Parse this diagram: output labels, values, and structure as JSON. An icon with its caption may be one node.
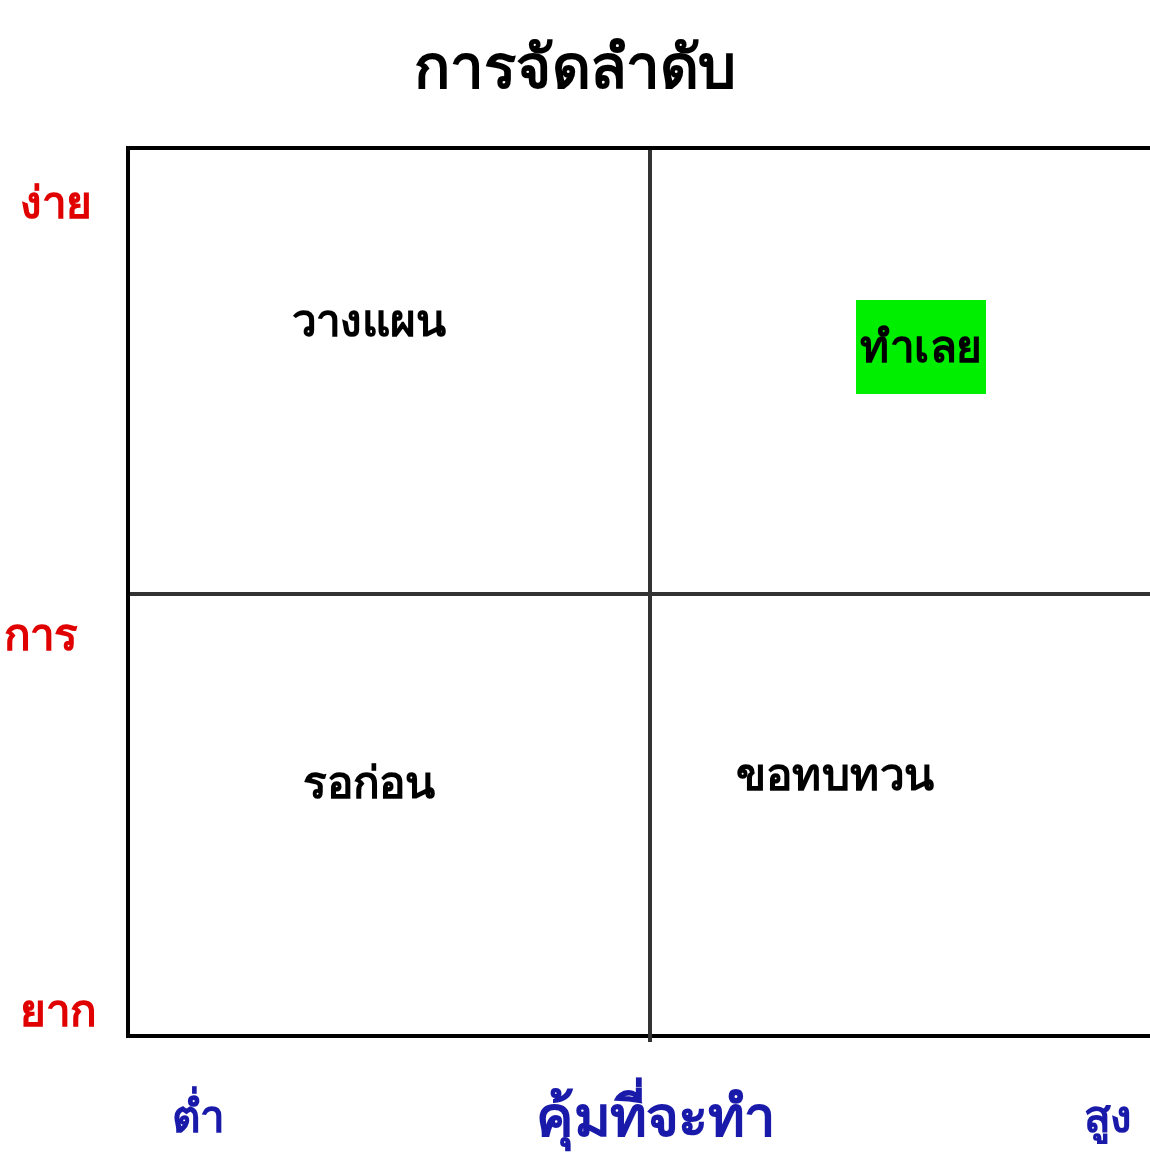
{
  "diagram": {
    "title": "การจัดลำดับ",
    "nodes": [
      {
        "text": [
          "วางแผน"
        ]
      },
      {
        "text": [],
        "shape": "box"
      },
      {
        "text": [
          "ทำเลย"
        ],
        "in": 1
      },
      {
        "text": [
          "รอก่อน"
        ]
      },
      {
        "text": [
          "ขอทบทวน"
        ]
      }
    ],
    "labels": [
      "ง่าย",
      "การ",
      "ยาก",
      "ต่ำ",
      "คุ้มที่จะทำ",
      "สูง"
    ]
  }
}
